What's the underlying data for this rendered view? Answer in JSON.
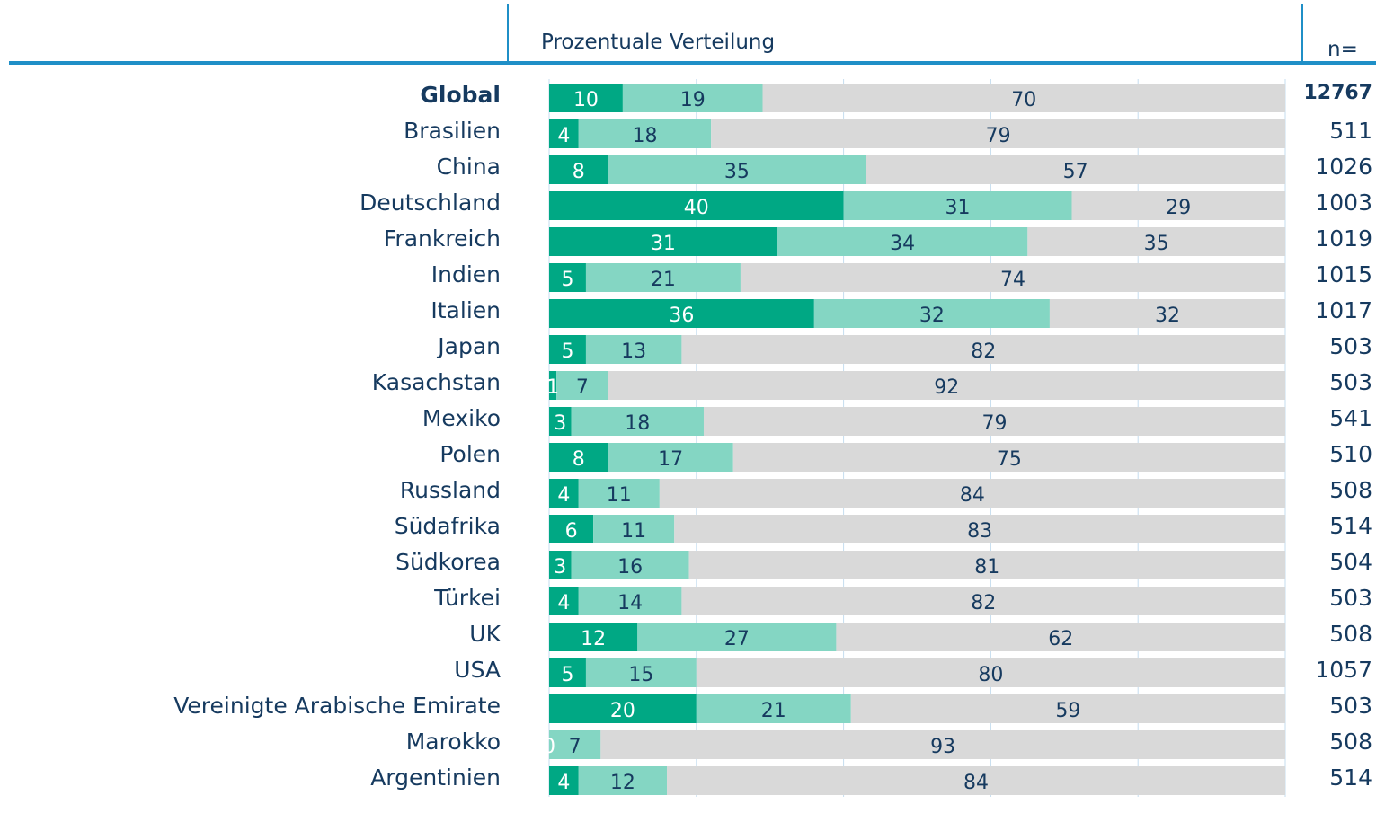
{
  "header": {
    "distribution_title": "Prozentuale Verteilung",
    "n_label": "n="
  },
  "colors": {
    "dark": "#00a884",
    "light": "#84d6c3",
    "gray": "#d9d9d9",
    "text": "#163a5f",
    "rule": "#1f8fc7",
    "grid": "#c5ddef"
  },
  "chart_data": {
    "type": "bar",
    "orientation": "horizontal",
    "stacked": true,
    "xlim": [
      0,
      100
    ],
    "grid": true,
    "categories": [
      "Global",
      "Brasilien",
      "China",
      "Deutschland",
      "Frankreich",
      "Indien",
      "Italien",
      "Japan",
      "Kasachstan",
      "Mexiko",
      "Polen",
      "Russland",
      "Südafrika",
      "Südkorea",
      "Türkei",
      "UK",
      "USA",
      "Vereinigte Arabische Emirate",
      "Marokko",
      "Argentinien"
    ],
    "series": [
      {
        "values": [
          10,
          4,
          8,
          40,
          31,
          5,
          36,
          5,
          1,
          3,
          8,
          4,
          6,
          3,
          4,
          12,
          5,
          20,
          0,
          4
        ]
      },
      {
        "values": [
          19,
          18,
          35,
          31,
          34,
          21,
          32,
          13,
          7,
          18,
          17,
          11,
          11,
          16,
          14,
          27,
          15,
          21,
          7,
          12
        ]
      },
      {
        "values": [
          70,
          79,
          57,
          29,
          35,
          74,
          32,
          82,
          92,
          79,
          75,
          84,
          83,
          81,
          82,
          62,
          80,
          59,
          93,
          84
        ]
      }
    ],
    "n": [
      "12767",
      "511",
      "1026",
      "1003",
      "1019",
      "1015",
      "1017",
      "503",
      "503",
      "541",
      "510",
      "508",
      "514",
      "504",
      "503",
      "508",
      "1057",
      "503",
      "508",
      "514"
    ]
  }
}
